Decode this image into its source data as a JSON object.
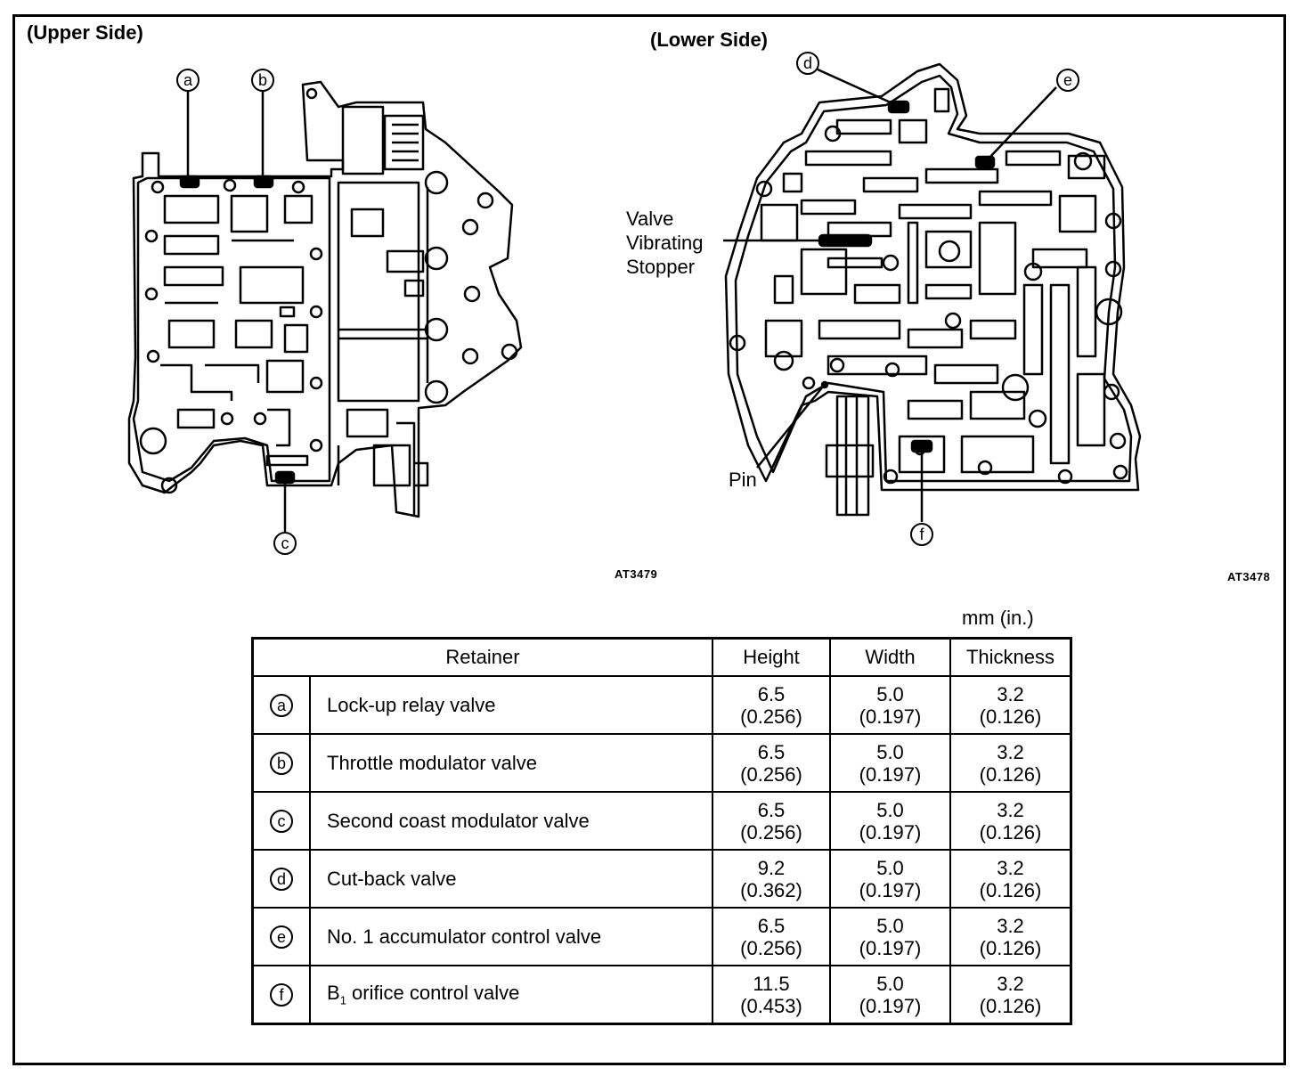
{
  "upper_side_label": "(Upper Side)",
  "lower_side_label": "(Lower Side)",
  "callouts": {
    "a": "a",
    "b": "b",
    "c": "c",
    "d": "d",
    "e": "e",
    "f": "f"
  },
  "lower_labels": {
    "valve_line1": "Valve",
    "valve_line2": "Vibrating",
    "valve_line3": "Stopper",
    "pin": "Pin"
  },
  "figure_codes": {
    "upper": "AT3479",
    "lower": "AT3478"
  },
  "units": "mm (in.)",
  "table": {
    "headers": {
      "retainer": "Retainer",
      "height": "Height",
      "width": "Width",
      "thickness": "Thickness"
    },
    "rows": [
      {
        "key": "a",
        "name": "Lock-up relay valve",
        "height_mm": "6.5",
        "height_in": "(0.256)",
        "width_mm": "5.0",
        "width_in": "(0.197)",
        "thick_mm": "3.2",
        "thick_in": "(0.126)"
      },
      {
        "key": "b",
        "name": "Throttle modulator valve",
        "height_mm": "6.5",
        "height_in": "(0.256)",
        "width_mm": "5.0",
        "width_in": "(0.197)",
        "thick_mm": "3.2",
        "thick_in": "(0.126)"
      },
      {
        "key": "c",
        "name": "Second coast modulator valve",
        "height_mm": "6.5",
        "height_in": "(0.256)",
        "width_mm": "5.0",
        "width_in": "(0.197)",
        "thick_mm": "3.2",
        "thick_in": "(0.126)"
      },
      {
        "key": "d",
        "name": "Cut-back valve",
        "height_mm": "9.2",
        "height_in": "(0.362)",
        "width_mm": "5.0",
        "width_in": "(0.197)",
        "thick_mm": "3.2",
        "thick_in": "(0.126)"
      },
      {
        "key": "e",
        "name": "No. 1 accumulator control valve",
        "height_mm": "6.5",
        "height_in": "(0.256)",
        "width_mm": "5.0",
        "width_in": "(0.197)",
        "thick_mm": "3.2",
        "thick_in": "(0.126)"
      },
      {
        "key": "f",
        "name_prefix": "B",
        "name_sub": "1",
        "name_rest": " orifice control valve",
        "height_mm": "11.5",
        "height_in": "(0.453)",
        "width_mm": "5.0",
        "width_in": "(0.197)",
        "thick_mm": "3.2",
        "thick_in": "(0.126)"
      }
    ]
  }
}
